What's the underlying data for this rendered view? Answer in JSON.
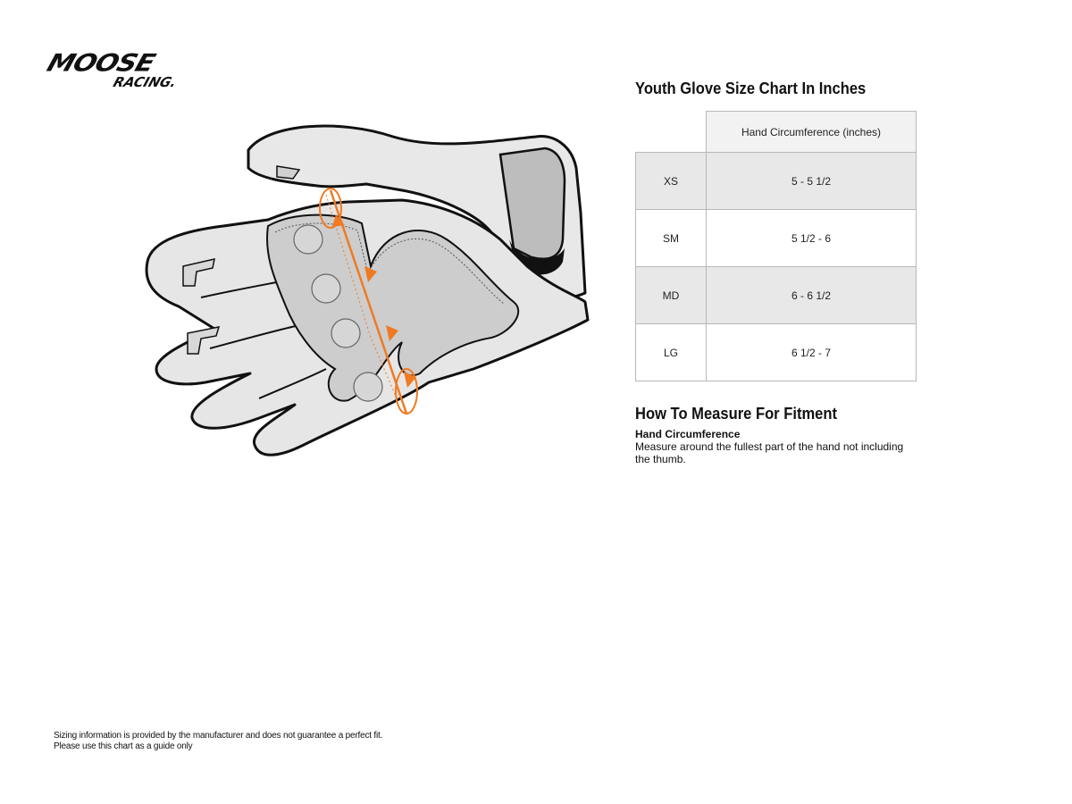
{
  "brand": {
    "logo_line1": "MOOSE",
    "logo_line2": "RACING."
  },
  "size_chart": {
    "title": "Youth Glove Size Chart In Inches",
    "column_header": "Hand Circumference (inches)",
    "rows": [
      {
        "size": "XS",
        "value": "5 - 5 1/2"
      },
      {
        "size": "SM",
        "value": "5 1/2 - 6"
      },
      {
        "size": "MD",
        "value": "6 - 6 1/2"
      },
      {
        "size": "LG",
        "value": "6 1/2 - 7"
      }
    ]
  },
  "measure": {
    "title": "How To Measure For Fitment",
    "subtitle": "Hand Circumference",
    "description": "Measure around the fullest part of the hand not including the thumb."
  },
  "footnote": {
    "line1": "Sizing information is provided by the manufacturer and does not guarantee a perfect fit.",
    "line2": "Please use this chart as a guide only"
  },
  "colors": {
    "accent_orange": "#f07a22",
    "glove_fill": "#e6e6e6",
    "palm_fill": "#cfcfcf",
    "table_shade": "#e8e8e8",
    "header_shade": "#f2f2f2"
  }
}
